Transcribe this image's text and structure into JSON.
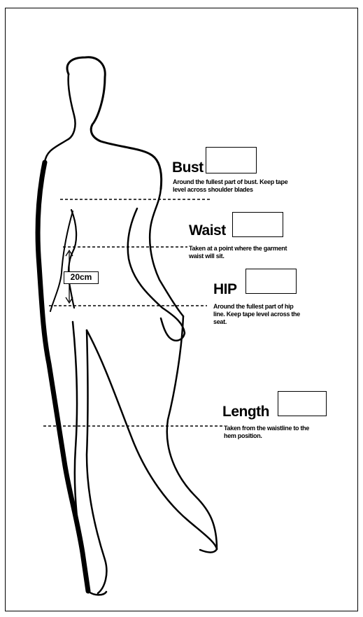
{
  "measurements": {
    "bust": {
      "label": "Bust",
      "description": "Around the fullest part of bust. Keep tape level across shoulder blades"
    },
    "waist": {
      "label": "Waist",
      "description": "Taken at a point where the garment waist will sit."
    },
    "hip": {
      "label": "HIP",
      "description": "Around the fullest part of hip line. Keep tape level across the seat."
    },
    "length": {
      "label": "Length",
      "description": "Taken from the waistline to the hem position."
    }
  },
  "waist_to_hip_distance": "20cm"
}
